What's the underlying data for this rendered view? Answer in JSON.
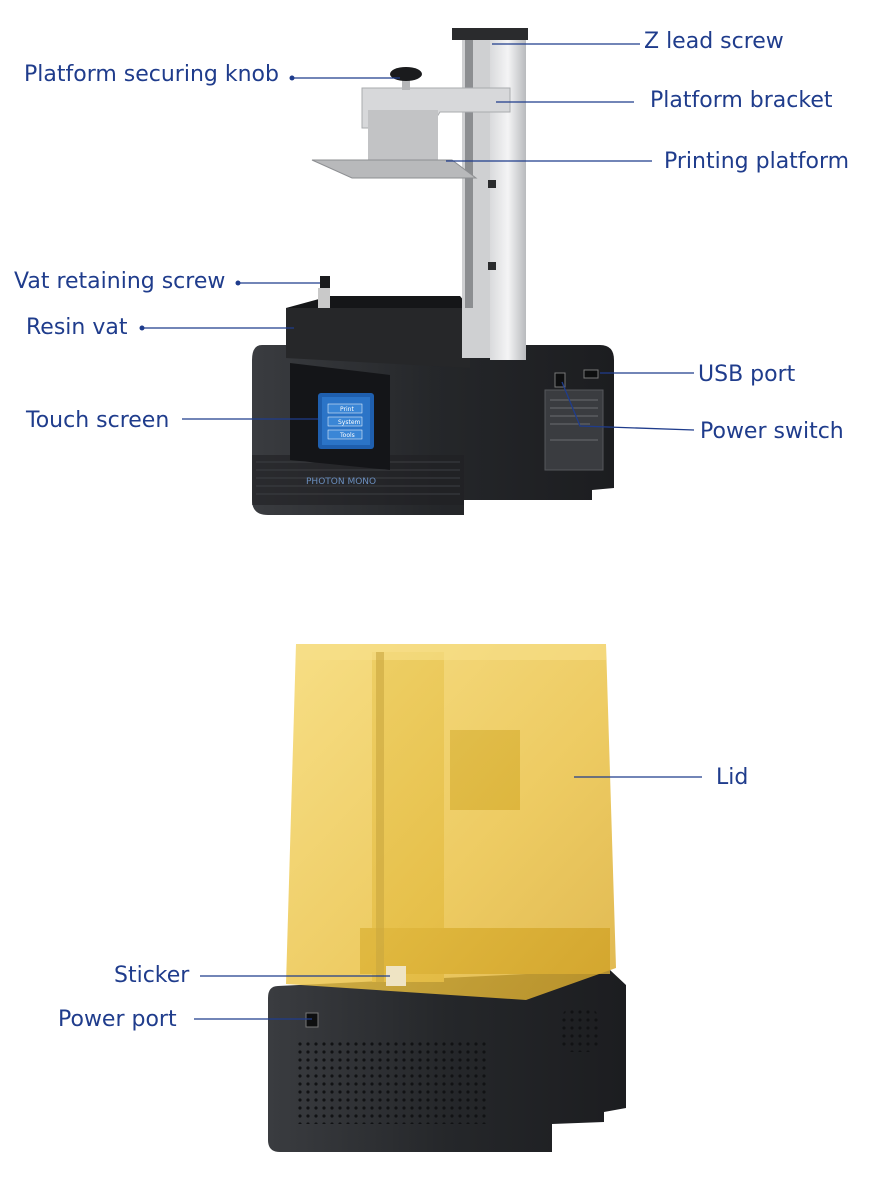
{
  "top_diagram": {
    "labels": {
      "z_lead_screw": "Z lead screw",
      "platform_securing_knob": "Platform securing knob",
      "platform_bracket": "Platform bracket",
      "printing_platform": "Printing platform",
      "vat_retaining_screw": "Vat retaining screw",
      "resin_vat": "Resin vat",
      "usb_port": "USB port",
      "touch_screen": "Touch screen",
      "power_switch": "Power switch"
    },
    "screen_menu": [
      "Print",
      "System",
      "Tools"
    ],
    "brand_logo": "PHOTON MONO"
  },
  "bottom_diagram": {
    "labels": {
      "lid": "Lid",
      "sticker": "Sticker",
      "power_port": "Power port"
    }
  },
  "colors": {
    "label_text": "#1f3c8c",
    "leader_line": "#1f3c8c",
    "printer_body": "#2b2d30",
    "lid_amber": "#f2c84b"
  }
}
